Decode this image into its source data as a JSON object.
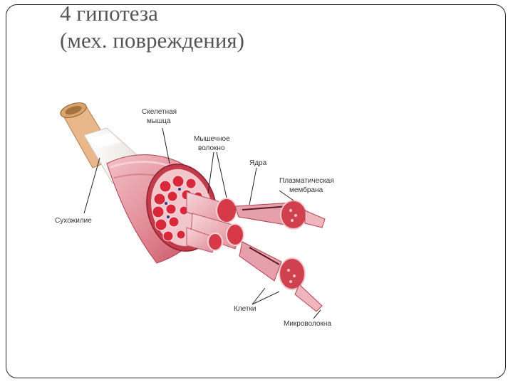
{
  "slide": {
    "title_line1": "4 гипотеза",
    "title_line2": "(мех. повреждения)"
  },
  "diagram": {
    "labels": {
      "skeletal_muscle_1": "Скелетная",
      "skeletal_muscle_2": "мышца",
      "muscle_fiber_1": "Мышечное",
      "muscle_fiber_2": "волокно",
      "nuclei": "Ядра",
      "plasma_membrane_1": "Плазматическая",
      "plasma_membrane_2": "мембрана",
      "tendon": "Сухожилие",
      "cells": "Клетки",
      "myofibrils": "Микроволокна"
    }
  },
  "colors": {
    "muscle_pink": "#e8a0aa",
    "muscle_dark": "#c2404f",
    "fiber_red": "#d32a35",
    "tendon_white": "#f4f0ec",
    "bone_tan": "#e5b98a"
  }
}
